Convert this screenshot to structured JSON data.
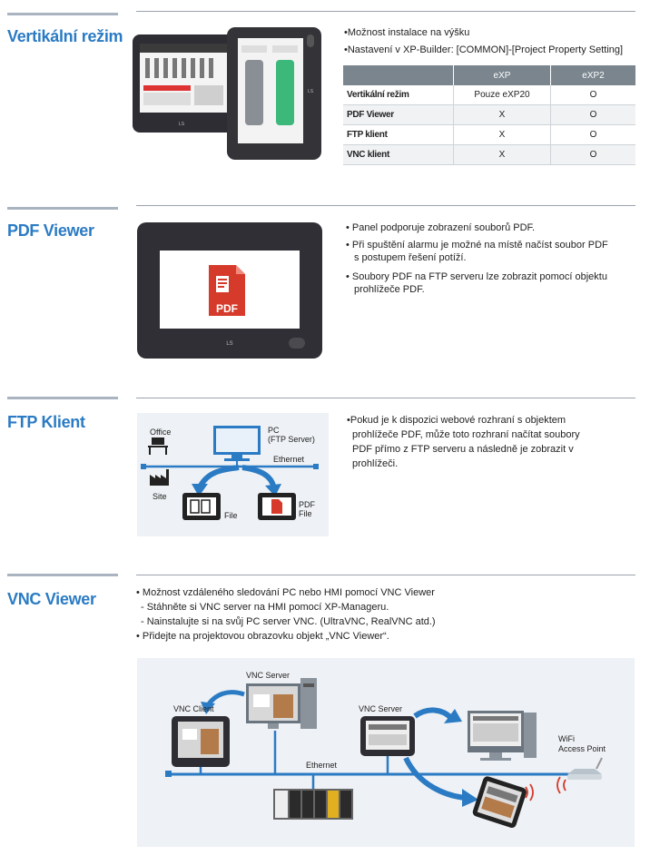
{
  "sections": {
    "vertical": {
      "title": "Vertikální režim",
      "bullets": [
        "•Možnost instalace na výšku",
        "•Nastavení v XP-Builder: [COMMON]-[Project Property Setting]"
      ],
      "table": {
        "headers": [
          "",
          "eXP",
          "eXP2"
        ],
        "rows": [
          {
            "label": "Vertikální režim",
            "exp": "Pouze eXP20",
            "exp2": "O"
          },
          {
            "label": "PDF  Viewer",
            "exp": "X",
            "exp2": "O"
          },
          {
            "label": "FTP klient",
            "exp": "X",
            "exp2": "O"
          },
          {
            "label": "VNC klient",
            "exp": "X",
            "exp2": "O"
          }
        ]
      },
      "device_logo": "LS"
    },
    "pdf": {
      "title": "PDF Viewer",
      "bullets": [
        "• Panel podporuje zobrazení souborů PDF.",
        "• Při spuštění alarmu je možné na místě načíst soubor PDF",
        "s postupem řešení potíží.",
        "• Soubory PDF na FTP serveru lze zobrazit pomocí objektu",
        "prohlížeče PDF."
      ],
      "icon_text": "PDF",
      "device_logo": "LS"
    },
    "ftp": {
      "title": "FTP Klient",
      "bullets": [
        "•Pokud je k dispozici webové rozhraní s objektem",
        "prohlížeče PDF, může toto rozhraní načítat soubory",
        "PDF přímo z FTP serveru a následně je zobrazit v",
        "prohlížeči."
      ],
      "diagram": {
        "office": "Office",
        "site": "Site",
        "pc_line1": "PC",
        "pc_line2": "(FTP Server)",
        "ethernet": "Ethernet",
        "file": "File",
        "pdf_line1": "PDF",
        "pdf_line2": "File"
      }
    },
    "vnc": {
      "title": "VNC Viewer",
      "bullets": [
        "• Možnost vzdáleného sledování PC nebo HMI pomocí VNC Viewer",
        "- Stáhněte si VNC server na HMI pomocí XP-Manageru.",
        "- Nainstalujte si na svůj PC server VNC. (UltraVNC, RealVNC atd.)",
        "• Přidejte na projektovou obrazovku objekt „VNC Viewer“."
      ],
      "diagram": {
        "vnc_server_pc": "VNC Server",
        "vnc_client": "VNC Client",
        "vnc_server_hmi": "VNC Server",
        "ethernet": "Ethernet",
        "wifi_line1": "WiFi",
        "wifi_line2": "Access Point"
      }
    }
  },
  "colors": {
    "accent": "#2b7bc4",
    "arrow": "#2b7bc4",
    "table_header": "#7a858e",
    "pdf_red": "#d63a2a"
  }
}
